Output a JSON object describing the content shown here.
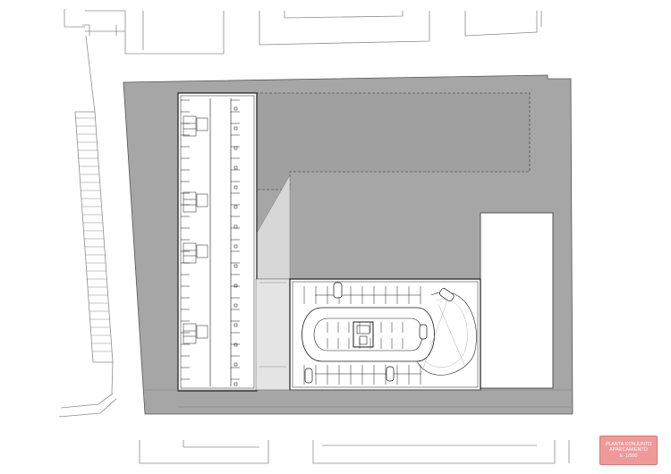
{
  "drawing": {
    "title_block": {
      "line1": "PLANTA CONJUNTO",
      "line2": "APARCAMIENTO",
      "line3": "E. 1/500"
    },
    "colors": {
      "background": "#ffffff",
      "building_fill": "#a6a6a6",
      "line": "#1a1a1a",
      "light_line": "#8c8c8c",
      "stamp_fill": "#ef9a9a",
      "stamp_border": "#e57373"
    }
  }
}
